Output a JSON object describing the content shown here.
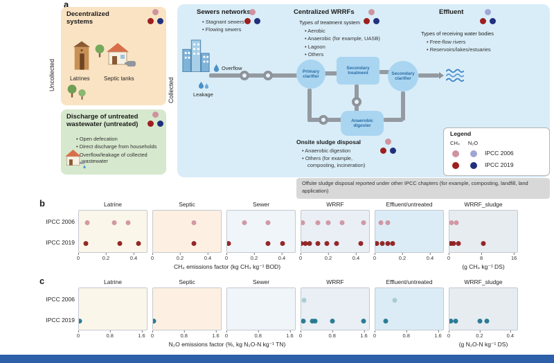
{
  "colors": {
    "ch4_2006": "#cf93a0",
    "ch4_2019": "#9e1f1f",
    "n2o_2006": "#9fa6d4",
    "n2o_2019": "#20307d",
    "box_orange": "#fae3c3",
    "box_green": "#d6e8cd",
    "box_blue": "#d9edf8",
    "process_fill": "#a9d5f1",
    "process_text": "#2b6ca3",
    "note_gray": "#d8d8d8"
  },
  "panel_a": {
    "label": "a",
    "uncollected": "Uncollected",
    "collected": "Collected",
    "decentralized": {
      "title": "Decentralized systems",
      "latrines": "Latrines",
      "septic": "Septic tanks"
    },
    "untreated": {
      "title": "Discharge of untreated wastewater (untreated)",
      "bullets": [
        "Open defecation",
        "Direct discharge from households",
        "Overflow/leakage of collected wastewater"
      ]
    },
    "sewers": {
      "title": "Sewers networks",
      "bullets": [
        "Stagnant sewers",
        "Flowing sewers"
      ]
    },
    "wrrfs": {
      "title": "Centralized WRRFs",
      "subtitle": "Types of treatment system",
      "bullets": [
        "Aerobic",
        "Anaerobic (for example, UASB)",
        "Lagoon",
        "Others"
      ]
    },
    "effluent": {
      "title": "Effluent",
      "subtitle": "Types of receiving water bodies",
      "bullets": [
        "Free-flow rivers",
        "Reservoirs/lakes/estuaries"
      ]
    },
    "process": {
      "overflow": "Overflow",
      "leakage": "Leakage",
      "primary_clarifier": "Primary clarifier",
      "secondary_treatment": "Secondary treatment",
      "secondary_clarifier": "Secondary clarifier",
      "anaerobic_digester": "Anaerobic digester"
    },
    "onsite": {
      "title": "Onsite sludge disposal",
      "bullets": [
        "Anaerobic digestion",
        "Others (for example, composting, incineration)"
      ]
    },
    "legend": {
      "title": "Legend",
      "gas1": "CH₄",
      "gas2": "N₂O",
      "row1": "IPCC 2006",
      "row2": "IPCC 2019"
    },
    "offsite_note": "Offsite sludge disposal reported under other IPCC chapters (for example, composting, landfill, land application)"
  },
  "chart_data": [
    {
      "panel": "b",
      "type": "scatter",
      "rows": [
        "IPCC 2006",
        "IPCC 2019"
      ],
      "color_2006": "#cf93a0",
      "color_2019": "#8e1c1c",
      "xlabel": "CH₄ emissions factor (kg CH₄ kg⁻¹ BOD)",
      "xlabel_last": "(g CH₄ kg⁻¹ DS)",
      "subplots": [
        {
          "title": "Latrine",
          "bg": "#fbf6ea",
          "xticks": [
            0,
            0.2,
            0.4
          ],
          "xmax": 0.5,
          "ipcc2006": [
            0.06,
            0.26,
            0.36
          ],
          "ipcc2019": [
            0.05,
            0.3,
            0.44
          ]
        },
        {
          "title": "Septic",
          "bg": "#fdf0e2",
          "xticks": [
            0,
            0.2,
            0.4
          ],
          "xmax": 0.5,
          "ipcc2006": [
            0.3
          ],
          "ipcc2019": [
            0.3
          ]
        },
        {
          "title": "Sewer",
          "bg": "#f0f5f9",
          "xticks": [
            0,
            0.2,
            0.4
          ],
          "xmax": 0.5,
          "ipcc2006": [
            0.13,
            0.3
          ],
          "ipcc2019": [
            0.01,
            0.3,
            0.41
          ]
        },
        {
          "title": "WRRF",
          "bg": "#e9eff4",
          "xticks": [
            0,
            0.2,
            0.4
          ],
          "xmax": 0.5,
          "ipcc2006": [
            0.01,
            0.12,
            0.2,
            0.3,
            0.46
          ],
          "ipcc2019": [
            0,
            0.03,
            0.06,
            0.12,
            0.19,
            0.26,
            0.44
          ]
        },
        {
          "title": "Effluent/untreated",
          "bg": "#dcecf6",
          "xticks": [
            0,
            0.2,
            0.4
          ],
          "xmax": 0.5,
          "ipcc2006": [
            0.04,
            0.09
          ],
          "ipcc2019": [
            0.01,
            0.05,
            0.09,
            0.13
          ]
        },
        {
          "title": "WRRF_sludge",
          "bg": "#e7ecf1",
          "xticks": [
            0,
            8,
            16
          ],
          "xmax": 17,
          "ipcc2006": [
            0.6,
            1.8
          ],
          "ipcc2019": [
            0.3,
            1,
            2.2,
            8.5
          ]
        }
      ]
    },
    {
      "panel": "c",
      "type": "scatter",
      "rows": [
        "IPCC 2006",
        "IPCC 2019"
      ],
      "color_2006": "#a7c9d3",
      "color_2019": "#21768f",
      "xlabel": "N₂O emissions factor (%, kg N₂O-N kg⁻¹ TN)",
      "xlabel_last": "(g N₂O-N kg⁻¹ DS)",
      "subplots": [
        {
          "title": "Latrine",
          "bg": "#fbf6ea",
          "xticks": [
            0,
            0.8,
            1.6
          ],
          "xmax": 1.75,
          "ipcc2006": [],
          "ipcc2019": [
            0.02
          ]
        },
        {
          "title": "Septic",
          "bg": "#fdf0e2",
          "xticks": [
            0,
            0.8,
            1.6
          ],
          "xmax": 1.75,
          "ipcc2006": [],
          "ipcc2019": [
            0.02
          ]
        },
        {
          "title": "Sewer",
          "bg": "#f0f5f9",
          "xticks": [
            0,
            0.8,
            1.6
          ],
          "xmax": 1.75,
          "ipcc2006": [],
          "ipcc2019": []
        },
        {
          "title": "WRRF",
          "bg": "#e9eff4",
          "xticks": [
            0,
            0.8,
            1.6
          ],
          "xmax": 1.75,
          "ipcc2006": [
            0.08
          ],
          "ipcc2019": [
            0.05,
            0.28,
            0.35,
            0.8,
            1.6
          ]
        },
        {
          "title": "Effluent/untreated",
          "bg": "#dcecf6",
          "xticks": [
            0,
            0.8,
            1.6
          ],
          "xmax": 1.75,
          "ipcc2006": [
            0.5
          ],
          "ipcc2019": [
            0.26
          ]
        },
        {
          "title": "WRRF_sludge",
          "bg": "#e7ecf1",
          "xticks": [
            0,
            0.2,
            0.4
          ],
          "xmax": 0.45,
          "ipcc2006": [],
          "ipcc2019": [
            0.01,
            0.04,
            0.2,
            0.25
          ]
        }
      ]
    }
  ]
}
